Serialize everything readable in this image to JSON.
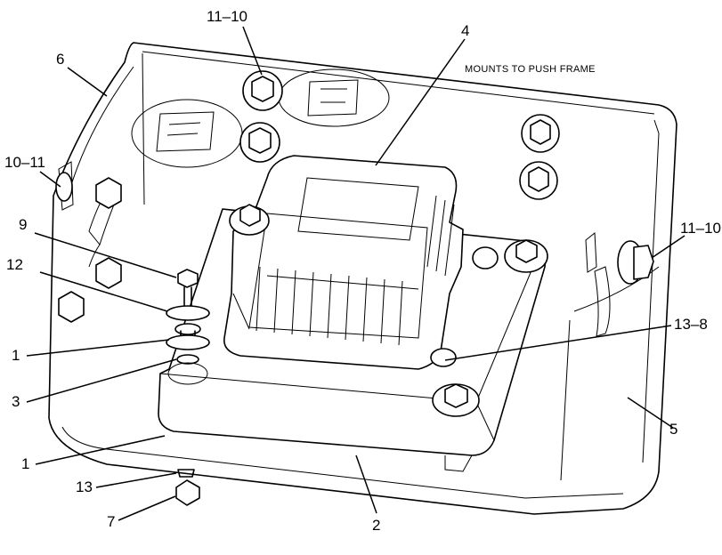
{
  "note": {
    "text": "MOUNTS TO PUSH FRAME"
  },
  "callouts": {
    "c_11_10_top": "11–10",
    "c_4": "4",
    "c_6": "6",
    "c_10_11": "10–11",
    "c_9": "9",
    "c_12": "12",
    "c_1_upper": "1",
    "c_3": "3",
    "c_1_lower": "1",
    "c_13": "13",
    "c_7": "7",
    "c_2": "2",
    "c_5": "5",
    "c_13_8": "13–8",
    "c_11_10_right": "11–10"
  }
}
